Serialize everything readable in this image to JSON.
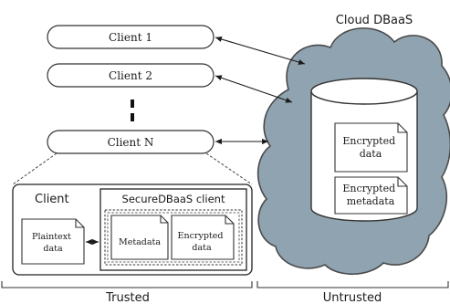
{
  "cloud": {
    "title": "Cloud DBaaS",
    "encrypted_data": [
      "Encrypted",
      "data"
    ],
    "encrypted_metadata": [
      "Encrypted",
      "metadata"
    ]
  },
  "clients": {
    "client_1": "Client 1",
    "client_2": "Client 2",
    "client_n": "Client N"
  },
  "client_detail": {
    "title": "Client",
    "plaintext": [
      "Plaintext",
      "data"
    ],
    "securedbaas_title": "SecureDBaaS client",
    "metadata": "Metadata",
    "encrypted_data": [
      "Encrypted",
      "data"
    ]
  },
  "zones": {
    "trusted": "Trusted",
    "untrusted": "Untrusted"
  },
  "colors": {
    "cloud_fill": "#8fa4b0",
    "cloud_stroke": "#4a4a4a",
    "line": "#1a1a1a"
  }
}
